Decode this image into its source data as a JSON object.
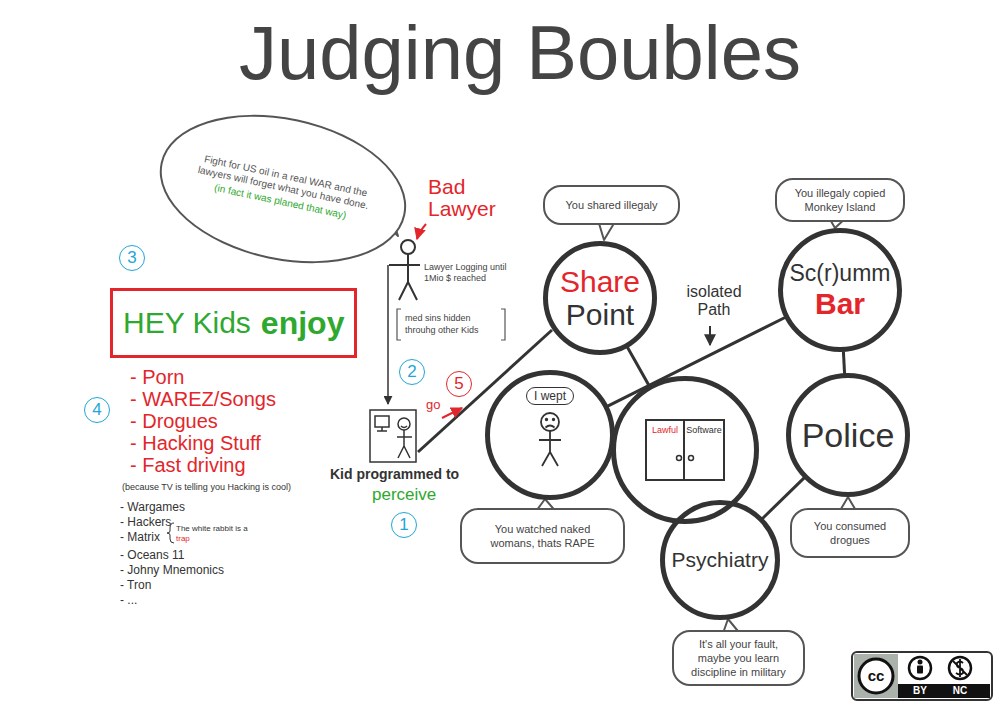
{
  "diagram": {
    "title": "Judging Boubles",
    "nodes": [
      {
        "text": [
          "Fight for US oil in a real WAR and the lawyers will forget what you have done.",
          "(in fact it was planed that way)"
        ]
      },
      {
        "text": [
          "HEY Kids",
          "enjoy"
        ]
      },
      {
        "text": [
          "You shared illegaly"
        ]
      },
      {
        "text": [
          "You illegaly copied Monkey Island"
        ]
      },
      {
        "text": [
          "Share",
          "Point"
        ]
      },
      {
        "text": [
          "Sc(r)umm",
          "Bar"
        ]
      },
      {
        "text": [
          "I wept"
        ]
      },
      {
        "text": [
          "Lawful",
          "Software"
        ]
      },
      {
        "text": [
          "Police"
        ]
      },
      {
        "text": [
          "You watched naked womans, thats RAPE"
        ]
      },
      {
        "text": [
          "Psychiatry"
        ]
      },
      {
        "text": [
          "You consumed drogues"
        ]
      },
      {
        "text": [
          "It's all your fault, maybe you learn discipline in military"
        ]
      }
    ],
    "edges": [
      {
        "from": 4,
        "to": 7,
        "arrow": "none"
      },
      {
        "from": 5,
        "to": 6,
        "arrow": "none"
      },
      {
        "from": 5,
        "to": 8,
        "arrow": "none"
      },
      {
        "from": 8,
        "to": 10,
        "arrow": "none"
      }
    ],
    "labels": [
      "Bad Lawyer",
      "Lawyer Logging until 1Mio $ reached",
      "med sins hidden throuhg other Kids",
      "3",
      "4",
      "2",
      "5",
      "go",
      "1",
      "Kid programmed to",
      "perceive",
      "isolated Path",
      "- Porn",
      "- WAREZ/Songs",
      "- Drogues",
      "- Hacking Stuff",
      "- Fast driving",
      "(because TV is telling you Hacking is cool)",
      "- Wargames",
      "- Hackers",
      "- Matrix",
      "The white rabbit is a",
      "trap",
      "- Oceans 11",
      "- Johny Mnemonics",
      "- Tron",
      "- ...",
      "cc",
      "BY",
      "NC"
    ]
  }
}
